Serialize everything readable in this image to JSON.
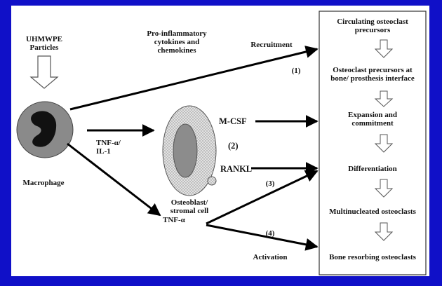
{
  "labels": {
    "uhmwpe_line1": "UHMWPE",
    "uhmwpe_line2": "Particles",
    "macrophage": "Macrophage",
    "pro_inflammatory_line1": "Pro-inflammatory",
    "pro_inflammatory_line2": "cytokines and",
    "pro_inflammatory_line3": "chemokines",
    "recruitment": "Recruitment",
    "step1": "(1)",
    "tnf_il_line1": "TNF-α/",
    "tnf_il_line2": "IL-1",
    "mcsf": "M-CSF",
    "step2": "(2)",
    "rankl": "RANKL",
    "step3": "(3)",
    "osteoblast_line1": "Osteoblast/",
    "osteoblast_line2": "stromal cell",
    "tnf_alpha": "TNF-α",
    "step4": "(4)",
    "activation": "Activation"
  },
  "pathway": [
    {
      "line1": "Circulating osteoclast",
      "line2": "precursors"
    },
    {
      "line1": "Osteoclast precursors at",
      "line2": "bone/ prosthesis interface"
    },
    {
      "line1": "Expansion and",
      "line2": "commitment"
    },
    {
      "line1": "Differentiation",
      "line2": ""
    },
    {
      "line1": "Multinucleated osteoclasts",
      "line2": ""
    },
    {
      "line1": "Bone resorbing osteoclasts",
      "line2": ""
    }
  ],
  "colors": {
    "background": "#1010c8",
    "panel": "#ffffff",
    "macrophage_body": "#8a8a8a",
    "nucleus": "#111111",
    "osteoblast_body": "#d6d6d6",
    "osteoblast_nucleus": "#8c8c8c"
  }
}
